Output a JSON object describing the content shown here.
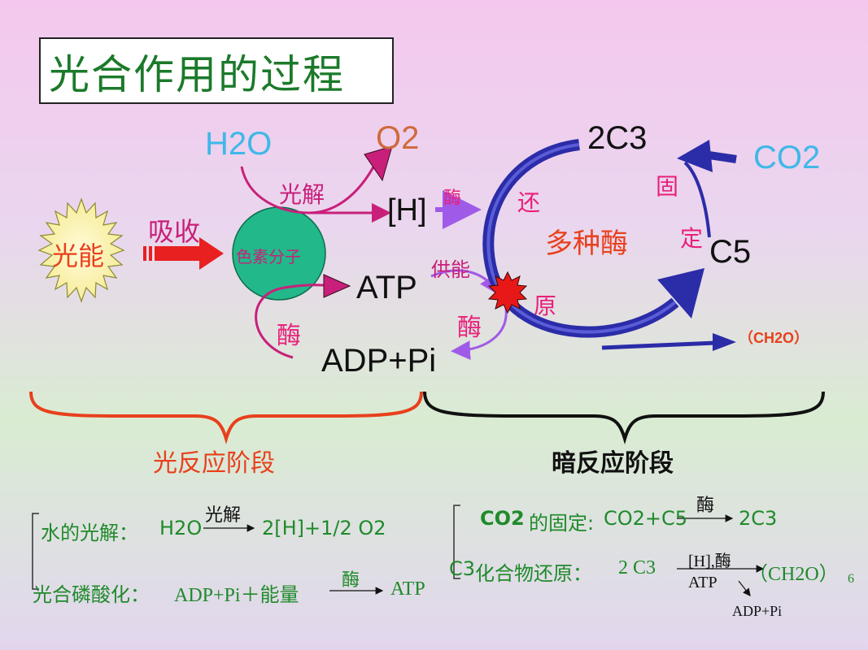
{
  "title": "光合作用的过程",
  "labels": {
    "h2o": "H2O",
    "o2": "O2",
    "guangjie": "光解",
    "h": "[H]",
    "mei_top": "酶",
    "huan": "还",
    "yuan": "原",
    "duozhongmei": "多种酶",
    "c3": "2C3",
    "co2": "CO2",
    "gu": "固",
    "ding": "定",
    "c5": "C5",
    "guangneng": "光能",
    "xishou": "吸收",
    "sesufenzi": "色素分子",
    "atp": "ATP",
    "gongneng": "供能",
    "mei_left": "酶",
    "mei_right": "酶",
    "adp_pi": "ADP+Pi",
    "ch2o": "（CH2O）"
  },
  "stages": {
    "light": "光反应阶段",
    "dark": "暗反应阶段"
  },
  "equations": {
    "water_label": "水的光解：",
    "water_h2o": "H2O",
    "water_cond": "光解",
    "water_product": "2[H]+1/2 O2",
    "phos_label": "光合磷酸化：",
    "phos_reactant": "ADP+Pi＋能量",
    "phos_cond": "酶",
    "phos_product": "ATP",
    "fix_co2": "CO2",
    "fix_label": "的固定:",
    "fix_reactant": "CO2+C5",
    "fix_cond": "酶",
    "fix_product": "2C3",
    "red_c3": "C3",
    "red_label": "化合物还原：",
    "red_reactant": "2 C3",
    "red_cond_top": "[H],酶",
    "red_cond_bottom": "ATP",
    "red_product": "（CH2O）",
    "red_sub": "6",
    "red_by": "ADP+Pi"
  },
  "colors": {
    "title_green": "#1b7a2a",
    "light_stage": "#e8401c",
    "dark_stage": "#111111",
    "pigment": "#22b88a",
    "cycle_blue": "#2b2ca8",
    "arrow_magenta": "#c8207a",
    "arrow_purple": "#a05ae8"
  }
}
